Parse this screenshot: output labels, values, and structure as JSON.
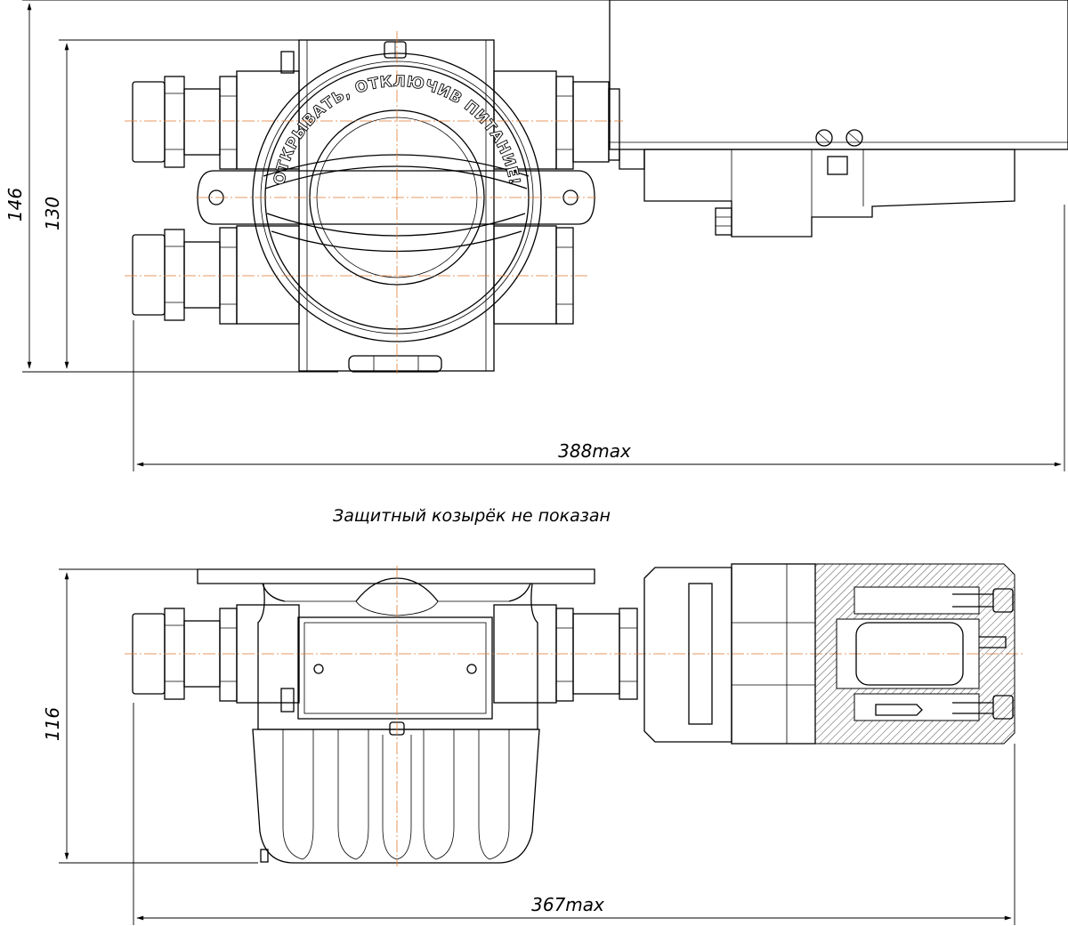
{
  "dimensions": {
    "top_height_total": "146",
    "top_height_body": "130",
    "top_width_max": "388max",
    "bottom_height": "116",
    "bottom_width_max": "367max"
  },
  "note": "Защитный козырёк не показан",
  "cover_engraving": "ОТКРЫВАТЬ, ОТКЛЮЧИВ ПИТАНИЕ!",
  "colors": {
    "line": "#000000",
    "centerline": "#e07a30",
    "background": "#ffffff"
  }
}
